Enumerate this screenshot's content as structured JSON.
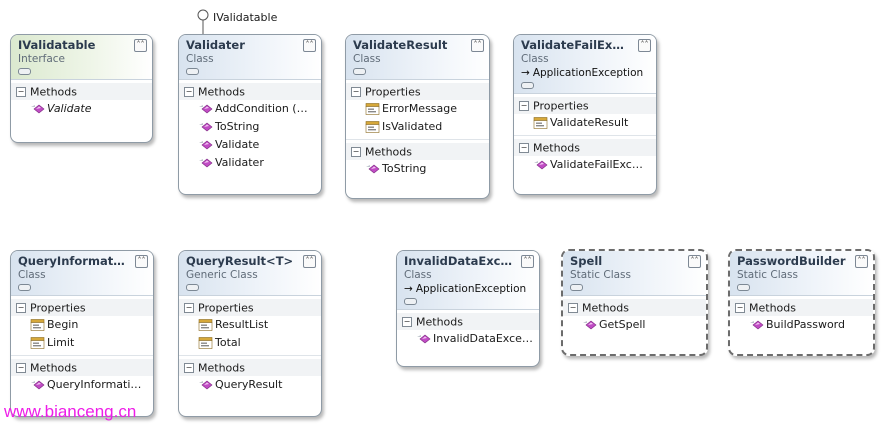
{
  "lollipop": {
    "label": "IValidatable"
  },
  "watermark": "www.bianceng.cn",
  "colors": {
    "method_icon": "#c04cc4",
    "property_icon": "#d6a83a",
    "header": "#d8e3ef",
    "interface_header": "#dbe9cf",
    "watermark": "#ee1ce8"
  },
  "types": [
    {
      "id": "ivalidatable",
      "title": "IValidatable",
      "stereotype": "Interface",
      "kind": "interface",
      "sections": [
        {
          "name": "Methods",
          "items": [
            {
              "name": "Validate",
              "icon": "method-icon",
              "italic": true
            }
          ]
        }
      ]
    },
    {
      "id": "validater",
      "title": "Validater",
      "stereotype": "Class",
      "kind": "class",
      "sections": [
        {
          "name": "Methods",
          "items": [
            {
              "name": "AddCondition (…",
              "icon": "method-icon"
            },
            {
              "name": "ToString",
              "icon": "method-icon"
            },
            {
              "name": "Validate",
              "icon": "method-icon"
            },
            {
              "name": "Validater",
              "icon": "method-icon"
            }
          ]
        }
      ]
    },
    {
      "id": "validateresult",
      "title": "ValidateResult",
      "stereotype": "Class",
      "kind": "class",
      "sections": [
        {
          "name": "Properties",
          "items": [
            {
              "name": "ErrorMessage",
              "icon": "property-icon"
            },
            {
              "name": "IsValidated",
              "icon": "property-icon"
            }
          ]
        },
        {
          "name": "Methods",
          "items": [
            {
              "name": "ToString",
              "icon": "method-icon"
            }
          ]
        }
      ]
    },
    {
      "id": "validatefailexception",
      "title": "ValidateFailExce…",
      "stereotype": "Class",
      "base": "ApplicationException",
      "kind": "class",
      "sections": [
        {
          "name": "Properties",
          "items": [
            {
              "name": "ValidateResult",
              "icon": "property-icon"
            }
          ]
        },
        {
          "name": "Methods",
          "items": [
            {
              "name": "ValidateFailExc…",
              "icon": "method-icon"
            }
          ]
        }
      ]
    },
    {
      "id": "queryinformation",
      "title": "QueryInformation",
      "stereotype": "Class",
      "kind": "class",
      "sections": [
        {
          "name": "Properties",
          "items": [
            {
              "name": "Begin",
              "icon": "property-icon"
            },
            {
              "name": "Limit",
              "icon": "property-icon"
            }
          ]
        },
        {
          "name": "Methods",
          "items": [
            {
              "name": "QueryInformati…",
              "icon": "method-icon"
            }
          ]
        }
      ]
    },
    {
      "id": "queryresult",
      "title": "QueryResult<T>",
      "stereotype": "Generic Class",
      "kind": "class",
      "sections": [
        {
          "name": "Properties",
          "items": [
            {
              "name": "ResultList",
              "icon": "property-icon"
            },
            {
              "name": "Total",
              "icon": "property-icon"
            }
          ]
        },
        {
          "name": "Methods",
          "items": [
            {
              "name": "QueryResult",
              "icon": "method-icon"
            }
          ]
        }
      ]
    },
    {
      "id": "invaliddataexception",
      "title": "InvalidDataExce…",
      "stereotype": "Class",
      "base": "ApplicationException",
      "kind": "class",
      "sections": [
        {
          "name": "Methods",
          "items": [
            {
              "name": "InvalidDataExce…",
              "icon": "method-icon"
            }
          ]
        }
      ]
    },
    {
      "id": "spell",
      "title": "Spell",
      "stereotype": "Static Class",
      "kind": "static",
      "sections": [
        {
          "name": "Methods",
          "items": [
            {
              "name": "GetSpell",
              "icon": "method-icon"
            }
          ]
        }
      ]
    },
    {
      "id": "passwordbuilder",
      "title": "PasswordBuilder",
      "stereotype": "Static Class",
      "kind": "static",
      "sections": [
        {
          "name": "Methods",
          "items": [
            {
              "name": "BuildPassword",
              "icon": "method-icon"
            }
          ]
        }
      ]
    }
  ]
}
